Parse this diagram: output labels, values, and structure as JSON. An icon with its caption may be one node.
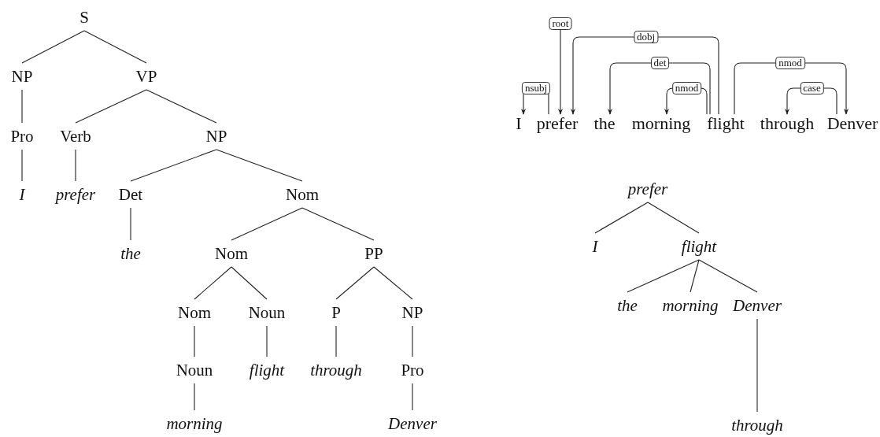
{
  "diagram": {
    "nodes": [
      {
        "text": [
          "S"
        ]
      },
      {
        "text": [
          "NP"
        ]
      },
      {
        "text": [
          "VP"
        ]
      },
      {
        "text": [
          "Pro"
        ]
      },
      {
        "text": [
          "Verb"
        ]
      },
      {
        "text": [
          "NP"
        ]
      },
      {
        "text": [
          "I"
        ]
      },
      {
        "text": [
          "prefer"
        ]
      },
      {
        "text": [
          "Det"
        ]
      },
      {
        "text": [
          "Nom"
        ]
      },
      {
        "text": [
          "the"
        ]
      },
      {
        "text": [
          "Nom"
        ]
      },
      {
        "text": [
          "PP"
        ]
      },
      {
        "text": [
          "Nom"
        ]
      },
      {
        "text": [
          "Noun"
        ]
      },
      {
        "text": [
          "P"
        ]
      },
      {
        "text": [
          "NP"
        ]
      },
      {
        "text": [
          "Noun"
        ]
      },
      {
        "text": [
          "flight"
        ]
      },
      {
        "text": [
          "through"
        ]
      },
      {
        "text": [
          "Pro"
        ]
      },
      {
        "text": [
          "morning"
        ]
      },
      {
        "text": [
          "Denver"
        ]
      },
      {
        "text": [
          "I"
        ]
      },
      {
        "text": [
          "prefer"
        ]
      },
      {
        "text": [
          "the"
        ]
      },
      {
        "text": [
          "morning"
        ]
      },
      {
        "text": [
          "flight"
        ]
      },
      {
        "text": [
          "through"
        ]
      },
      {
        "text": [
          "Denver"
        ]
      },
      {
        "text": [
          "prefer"
        ]
      },
      {
        "text": [
          "I"
        ]
      },
      {
        "text": [
          "flight"
        ]
      },
      {
        "text": [
          "the"
        ]
      },
      {
        "text": [
          "morning"
        ]
      },
      {
        "text": [
          "Denver"
        ]
      },
      {
        "text": [
          "through"
        ]
      }
    ],
    "edges": [
      {
        "from": 0,
        "to": 1,
        "arrow": "none"
      },
      {
        "from": 0,
        "to": 2,
        "arrow": "none"
      },
      {
        "from": 1,
        "to": 3,
        "arrow": "none"
      },
      {
        "from": 2,
        "to": 4,
        "arrow": "none"
      },
      {
        "from": 2,
        "to": 5,
        "arrow": "none"
      },
      {
        "from": 3,
        "to": 6,
        "arrow": "none"
      },
      {
        "from": 4,
        "to": 7,
        "arrow": "none"
      },
      {
        "from": 5,
        "to": 8,
        "arrow": "none"
      },
      {
        "from": 5,
        "to": 9,
        "arrow": "none"
      },
      {
        "from": 8,
        "to": 10,
        "arrow": "none"
      },
      {
        "from": 9,
        "to": 11,
        "arrow": "none"
      },
      {
        "from": 9,
        "to": 12,
        "arrow": "none"
      },
      {
        "from": 11,
        "to": 13,
        "arrow": "none"
      },
      {
        "from": 11,
        "to": 14,
        "arrow": "none"
      },
      {
        "from": 12,
        "to": 15,
        "arrow": "none"
      },
      {
        "from": 12,
        "to": 16,
        "arrow": "none"
      },
      {
        "from": 13,
        "to": 17,
        "arrow": "none"
      },
      {
        "from": 14,
        "to": 18,
        "arrow": "none"
      },
      {
        "from": 15,
        "to": 19,
        "arrow": "none"
      },
      {
        "from": 16,
        "to": 20,
        "arrow": "none"
      },
      {
        "from": 17,
        "to": 21,
        "arrow": "none"
      },
      {
        "from": 20,
        "to": 22,
        "arrow": "none"
      },
      {
        "from": 24,
        "to": 23,
        "arrow": "to",
        "label": "nsubj"
      },
      {
        "from": null,
        "to": 24,
        "arrow": "to",
        "label": "root"
      },
      {
        "from": 27,
        "to": 24,
        "arrow": "to",
        "label": "dobj"
      },
      {
        "from": 27,
        "to": 25,
        "arrow": "to",
        "label": "det"
      },
      {
        "from": 27,
        "to": 26,
        "arrow": "to",
        "label": "nmod"
      },
      {
        "from": 27,
        "to": 29,
        "arrow": "to",
        "label": "nmod"
      },
      {
        "from": 29,
        "to": 28,
        "arrow": "to",
        "label": "case"
      },
      {
        "from": 30,
        "to": 31,
        "arrow": "none"
      },
      {
        "from": 30,
        "to": 32,
        "arrow": "none"
      },
      {
        "from": 32,
        "to": 33,
        "arrow": "none"
      },
      {
        "from": 32,
        "to": 34,
        "arrow": "none"
      },
      {
        "from": 32,
        "to": 35,
        "arrow": "none"
      },
      {
        "from": 35,
        "to": 36,
        "arrow": "none"
      }
    ]
  }
}
